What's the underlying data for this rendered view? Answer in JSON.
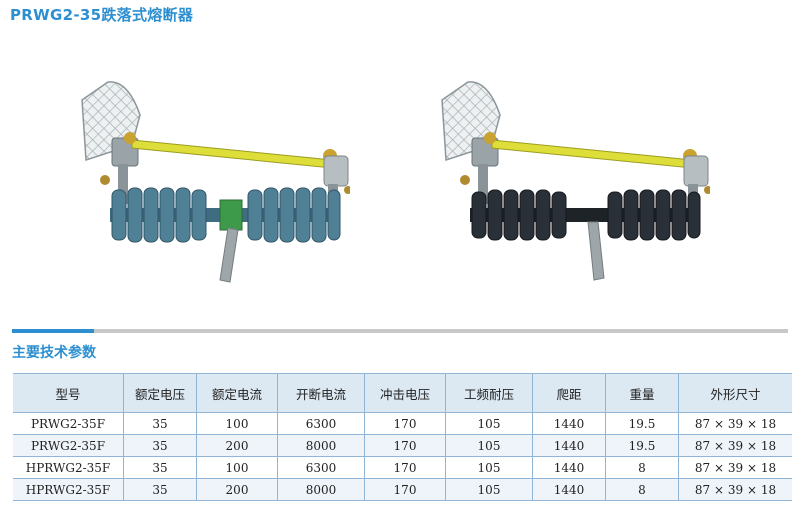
{
  "page": {
    "title": "PRWG2-35跌落式熔断器",
    "section_title": "主要技术参数"
  },
  "specs": {
    "headers": [
      "型号",
      "额定电压",
      "额定电流",
      "开断电流",
      "冲击电压",
      "工频耐压",
      "爬距",
      "重量",
      "外形尺寸"
    ],
    "rows": [
      [
        "PRWG2-35F",
        "35",
        "100",
        "6300",
        "170",
        "105",
        "1440",
        "19.5",
        "87 × 39 × 18"
      ],
      [
        "PRWG2-35F",
        "35",
        "200",
        "8000",
        "170",
        "105",
        "1440",
        "19.5",
        "87 × 39 × 18"
      ],
      [
        "HPRWG2-35F",
        "35",
        "100",
        "6300",
        "170",
        "105",
        "1440",
        "8",
        "87 × 39 × 18"
      ],
      [
        "HPRWG2-35F",
        "35",
        "200",
        "8000",
        "170",
        "105",
        "1440",
        "8",
        "87 × 39 × 18"
      ]
    ]
  },
  "colors": {
    "accent": "#2d8fd0",
    "header_bg": "#dce9f3",
    "insulator_left": "#4f8096",
    "insulator_right": "#2a3038",
    "fuse_tube": "#dede3a"
  }
}
